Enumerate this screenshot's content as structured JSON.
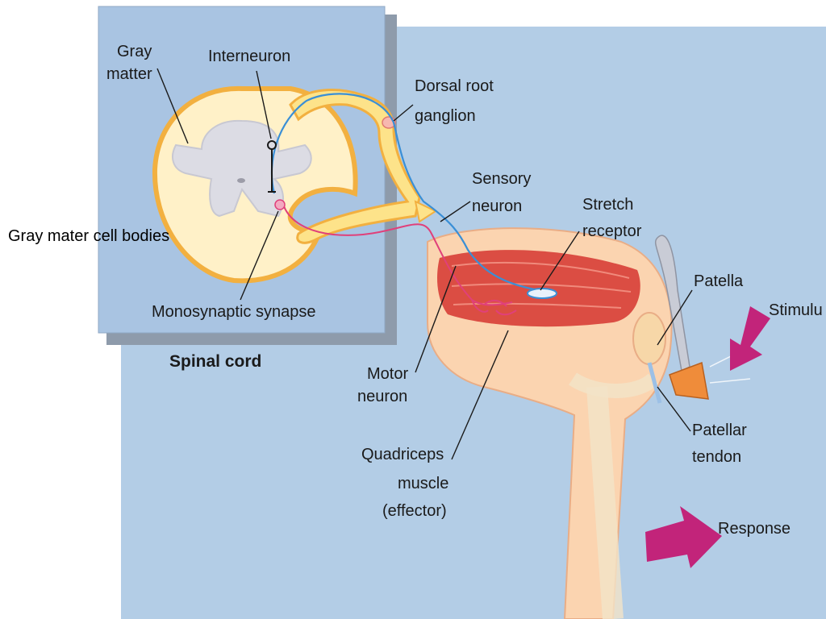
{
  "labels": {
    "gray_matter_1": "Gray",
    "gray_matter_2": "matter",
    "interneuron": "Interneuron",
    "dorsal_root_1": "Dorsal root",
    "dorsal_root_2": "ganglion",
    "sensory_1": "Sensory",
    "sensory_2": "neuron",
    "stretch_1": "Stretch",
    "stretch_2": "receptor",
    "patella": "Patella",
    "stimulus": "Stimulu",
    "monosynaptic": "Monosynaptic synapse",
    "spinal_cord": "Spinal cord",
    "motor_1": "Motor",
    "motor_2": "neuron",
    "quad_1": "Quadriceps",
    "quad_2": "muscle",
    "quad_3": "(effector)",
    "patellar_1": "Patellar",
    "patellar_2": "tendon",
    "response": "Response"
  },
  "overlay": {
    "gray_mater_cell_bodies": "Gray mater cell bodies"
  },
  "colors": {
    "background_panel": "#b3cde6",
    "inset_panel": "#a9c4e2",
    "spinal_white_matter": "#fff1c8",
    "gray_matter": "#dcdce4",
    "sensory_neuron": "#3a8fd6",
    "motor_neuron": "#e0407a",
    "muscle": "#d8413a",
    "arrow": "#c2247a"
  }
}
